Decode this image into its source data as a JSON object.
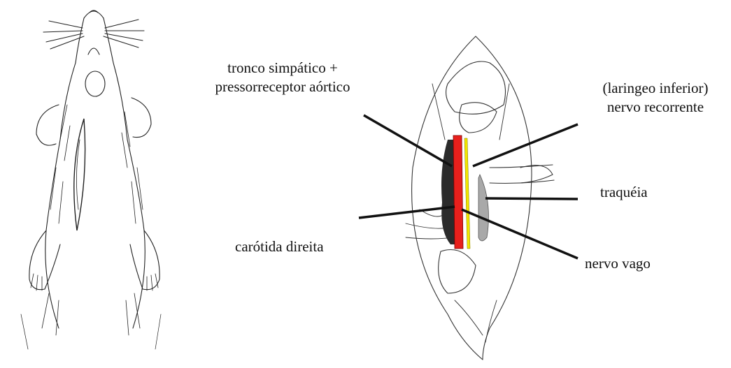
{
  "figure": {
    "labels": {
      "tronco_line1": "tronco simpático +",
      "tronco_line2": "pressorreceptor aórtico",
      "laringeo_line1": "(laringeo inferior)",
      "laringeo_line2": "nervo recorrente",
      "traqueia": "traquéia",
      "carotida": "carótida direita",
      "vago": "nervo vago"
    },
    "colors": {
      "carotid_artery": "#e8201c",
      "vagus_nerve": "#f2e600",
      "trachea": "#a9a9a9",
      "leader_line": "#111111"
    }
  }
}
